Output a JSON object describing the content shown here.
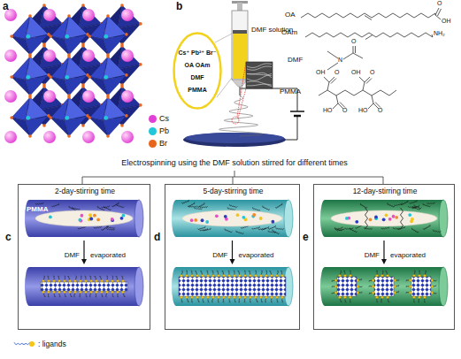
{
  "diagram": {
    "nodes": [
      {
        "text": [
          "Cs⁺ Pb²⁺ Br⁻",
          "OA OAm",
          "DMF",
          "PMMA"
        ]
      },
      {
        "text": [
          "2-day-stirring time",
          "PMMA",
          "DMF",
          "evaporated"
        ]
      },
      {
        "text": [
          "5-day-stirring time",
          "DMF",
          "evaporated"
        ]
      },
      {
        "text": [
          "12-day-stirring time",
          "DMF",
          "evaporated"
        ]
      }
    ],
    "labels": [
      "a",
      "b",
      "DMF solution",
      "OA",
      "O",
      "OH",
      "OAm",
      "NH₂",
      "DMF",
      "O",
      "N",
      "PMMA",
      "OH",
      "O",
      "OH",
      "O",
      "HO",
      "O",
      "HO",
      "O",
      "Electrospinning using the DMF solution stirred for different times",
      "c",
      "d",
      "e"
    ],
    "legend": [
      {
        "text": "Cs",
        "color": "#e23fd6"
      },
      {
        "text": "Pb",
        "color": "#22c7d9"
      },
      {
        "text": "Br",
        "color": "#e8661c"
      },
      {
        "text": ": ligands"
      }
    ]
  }
}
